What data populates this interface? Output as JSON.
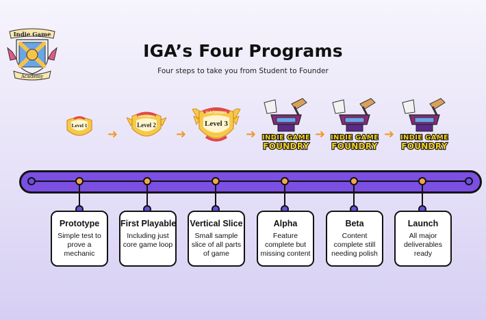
{
  "header": {
    "title": "IGA’s Four Programs",
    "subtitle": "Four steps to take you from Student to Founder"
  },
  "logo": {
    "line1": "Indie Game",
    "line2": "Academy"
  },
  "badges": [
    {
      "label": "Level 1",
      "caption": "IGA Complete"
    },
    {
      "label": "Level 2",
      "caption": "IGA Complete"
    },
    {
      "label": "Level 3",
      "caption": "IGA Complete"
    },
    {
      "line1": "INDIE GAME",
      "line2": "FOUNDRY"
    },
    {
      "line1": "INDIE GAME",
      "line2": "FOUNDRY"
    },
    {
      "line1": "INDIE GAME",
      "line2": "FOUNDRY"
    }
  ],
  "colors": {
    "track": "#7b4fe2",
    "node_purple": "#6a4fe0",
    "node_orange": "#f3a64a",
    "arrow": "#f29a2e"
  },
  "stages": [
    {
      "title": "Prototype",
      "desc": "Simple test to prove a mechanic"
    },
    {
      "title": "First Playable",
      "desc": "Including just core game loop"
    },
    {
      "title": "Vertical Slice",
      "desc": "Small sample slice of all parts of game"
    },
    {
      "title": "Alpha",
      "desc": "Feature complete but missing content"
    },
    {
      "title": "Beta",
      "desc": "Content complete still needing polish"
    },
    {
      "title": "Launch",
      "desc": "All major deliverables ready"
    }
  ]
}
